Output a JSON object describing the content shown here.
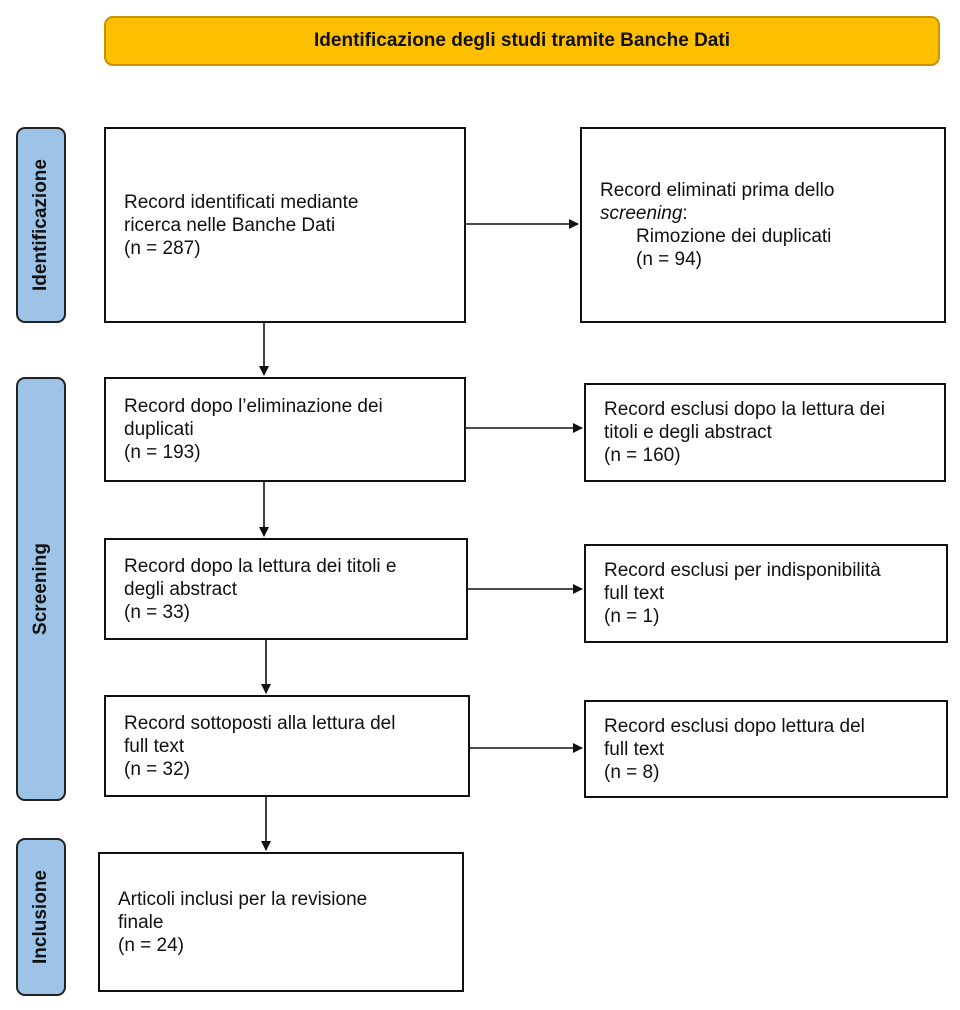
{
  "banner": {
    "title": "Identificazione degli studi tramite Banche Dati"
  },
  "phases": {
    "identification": "Identificazione",
    "screening": "Screening",
    "inclusion": "Inclusione"
  },
  "records": {
    "identified": {
      "line1": "Record identificati mediante",
      "line2": "ricerca nelle Banche Dati",
      "count": "(n = 287)"
    },
    "removed": {
      "line1": "Record eliminati prima dello",
      "line2_italic": "screening",
      "line2_suffix": ":",
      "line3": "Rimozione dei duplicati",
      "count": "(n = 94)"
    },
    "after_dedup": {
      "line1": "Record dopo l’eliminazione dei",
      "line2": "duplicati",
      "count": "(n = 193)"
    },
    "excluded_title_abstract": {
      "line1": "Record esclusi dopo la lettura dei",
      "line2": "titoli e degli abstract",
      "count": "(n = 160)"
    },
    "after_title_abstract": {
      "line1": "Record dopo la lettura dei titoli e",
      "line2": "degli abstract",
      "count": "(n = 33)"
    },
    "excluded_unavailable": {
      "line1": "Record esclusi per indisponibilità",
      "line2": "full text",
      "count": "(n = 1)"
    },
    "fulltext_assessed": {
      "line1": "Record sottoposti alla lettura del",
      "line2": "full text",
      "count": "(n = 32)"
    },
    "excluded_fulltext": {
      "line1": "Record esclusi dopo lettura del",
      "line2": "full text",
      "count": "(n = 8)"
    },
    "included": {
      "line1": "Articoli inclusi per la revisione",
      "line2": "finale",
      "count": "(n = 24)"
    }
  }
}
